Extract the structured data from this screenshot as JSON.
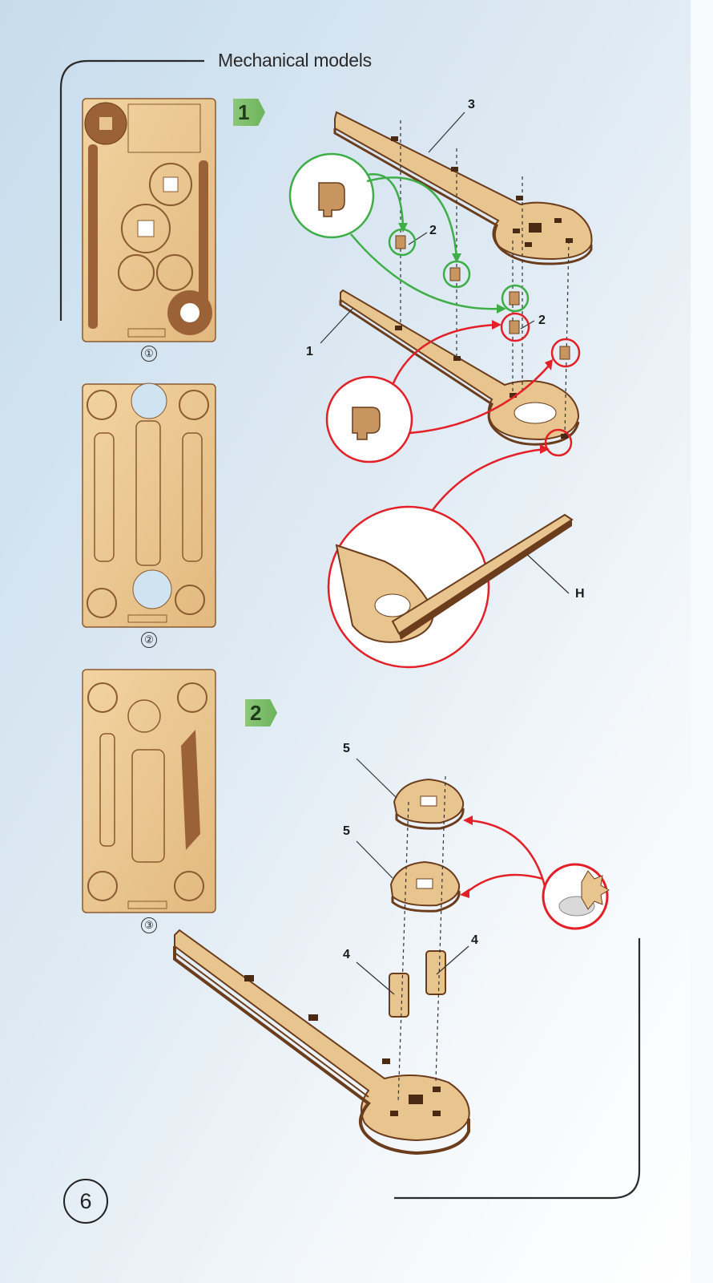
{
  "header": {
    "title": "Mechanical models"
  },
  "steps": [
    {
      "label": "1"
    },
    {
      "label": "2"
    }
  ],
  "sheets": [
    {
      "number": "①"
    },
    {
      "number": "②"
    },
    {
      "number": "③"
    }
  ],
  "part_labels": {
    "step1": {
      "p3": "3",
      "p2a": "2",
      "p2b": "2",
      "p1": "1",
      "pH": "H"
    },
    "step2": {
      "p5a": "5",
      "p5b": "5",
      "p4a": "4",
      "p4b": "4"
    }
  },
  "page": {
    "number": "6"
  },
  "colors": {
    "wood": "#e8c48f",
    "wood_edge": "#6b3d1c",
    "green_arrow": "#3fae49",
    "red_arrow": "#e32027",
    "frame_line": "#2b2b2b"
  }
}
